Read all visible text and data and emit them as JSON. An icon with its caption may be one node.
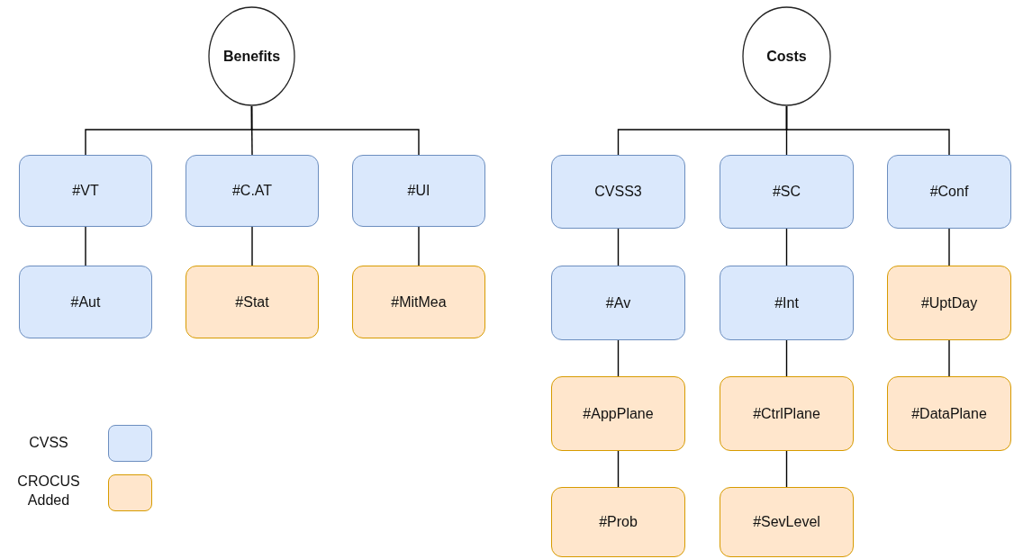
{
  "diagram": {
    "nodes": [
      {
        "text": [
          "Benefits"
        ]
      },
      {
        "text": [
          "#VT"
        ]
      },
      {
        "text": [
          "#C.AT"
        ]
      },
      {
        "text": [
          "#UI"
        ]
      },
      {
        "text": [
          "#Aut"
        ]
      },
      {
        "text": [
          "#Stat"
        ]
      },
      {
        "text": [
          "#MitMea"
        ]
      },
      {
        "text": [
          "Costs"
        ]
      },
      {
        "text": [
          "CVSS3"
        ]
      },
      {
        "text": [
          "#SC"
        ]
      },
      {
        "text": [
          "#Conf"
        ]
      },
      {
        "text": [
          "#Av"
        ]
      },
      {
        "text": [
          "#Int"
        ]
      },
      {
        "text": [
          "#UptDay"
        ]
      },
      {
        "text": [
          "#AppPlane"
        ]
      },
      {
        "text": [
          "#CtrlPlane"
        ]
      },
      {
        "text": [
          "#DataPlane"
        ]
      },
      {
        "text": [
          "#Prob"
        ]
      },
      {
        "text": [
          "#SevLevel"
        ]
      }
    ],
    "edges": [
      {
        "from": 0,
        "to": 1,
        "arrow": "none"
      },
      {
        "from": 0,
        "to": 2,
        "arrow": "none"
      },
      {
        "from": 0,
        "to": 3,
        "arrow": "none"
      },
      {
        "from": 1,
        "to": 4,
        "arrow": "none"
      },
      {
        "from": 2,
        "to": 5,
        "arrow": "none"
      },
      {
        "from": 3,
        "to": 6,
        "arrow": "none"
      },
      {
        "from": 7,
        "to": 8,
        "arrow": "none"
      },
      {
        "from": 7,
        "to": 9,
        "arrow": "none"
      },
      {
        "from": 7,
        "to": 10,
        "arrow": "none"
      },
      {
        "from": 8,
        "to": 11,
        "arrow": "none"
      },
      {
        "from": 9,
        "to": 12,
        "arrow": "none"
      },
      {
        "from": 10,
        "to": 13,
        "arrow": "none"
      },
      {
        "from": 11,
        "to": 14,
        "arrow": "none"
      },
      {
        "from": 12,
        "to": 15,
        "arrow": "none"
      },
      {
        "from": 13,
        "to": 16,
        "arrow": "none"
      },
      {
        "from": 14,
        "to": 17,
        "arrow": "none"
      },
      {
        "from": 15,
        "to": 18,
        "arrow": "none"
      }
    ],
    "legend": [
      {
        "text": "CVSS",
        "color": "#dae8fc"
      },
      {
        "text": "CROCUS Added",
        "color": "#ffe6cc"
      }
    ]
  }
}
